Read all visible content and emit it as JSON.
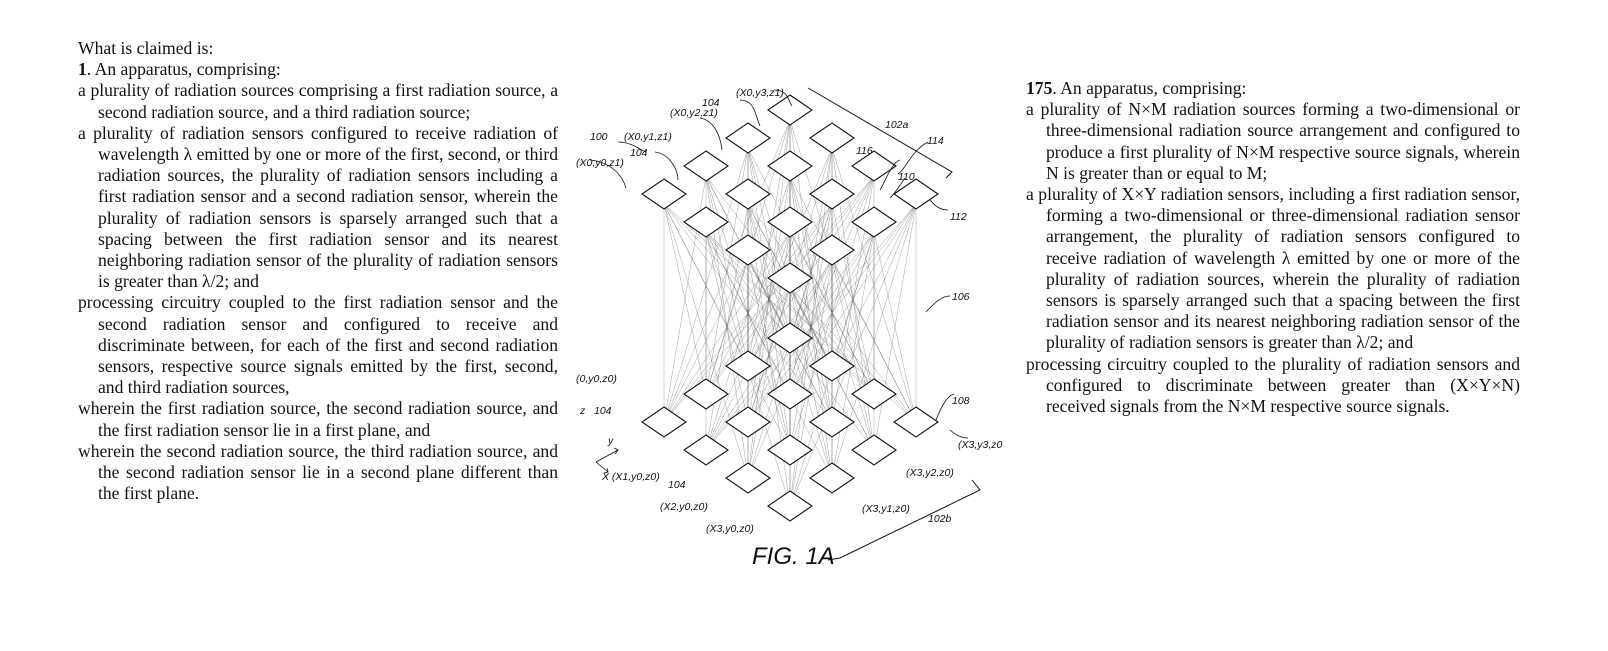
{
  "left": {
    "heading": "What is claimed is:",
    "claim_number": "1",
    "claim_intro": ". An apparatus, comprising:",
    "elements": [
      "a plurality of radiation sources comprising a first radiation source, a second radiation source, and a third radiation source;",
      "a plurality of radiation sensors configured to receive radiation of wavelength λ emitted by one or more of the first, second, or third radiation sources, the plurality of radiation sensors including a first radiation sensor and a second radiation sensor, wherein the plurality of radiation sensors is sparsely arranged such that a spacing between the first radiation sensor and its nearest neighboring radiation sensor of the plurality of radiation sensors is greater than λ/2; and",
      "processing circuitry coupled to the first radiation sensor and the second radiation sensor and configured to receive and discriminate between, for each of the first and second radiation sensors, respective source signals emitted by the first, second, and third radiation sources,",
      "wherein the first radiation source, the second radiation source, and the first radiation sensor lie in a first plane, and",
      "wherein the second radiation source, the third radiation source, and the second radiation sensor lie in a second plane different than the first plane."
    ]
  },
  "right": {
    "claim_number": "175",
    "claim_intro": ". An apparatus, comprising:",
    "elements": [
      "a plurality of N×M radiation sources forming a two-dimensional or three-dimensional radiation source arrangement and configured to produce a first plurality of N×M respective source signals, wherein N is greater than or equal to M;",
      "a plurality of X×Y radiation sensors, including a first radiation sensor, forming a two-dimensional or three-dimensional radiation sensor arrangement, the plurality of radiation sensors configured to receive radiation of wavelength λ emitted by one or more of the plurality of radiation sources, wherein the plurality of radiation sensors is sparsely arranged such that a spacing between the first radiation sensor and its nearest neighboring radiation sensor of the plurality of radiation sensors is greater than λ/2; and",
      "processing circuitry coupled to the plurality of radiation sensors and configured to discriminate between greater than (X×Y×N) received signals from the N×M respective source signals."
    ]
  },
  "figure": {
    "title": "FIG. 1A",
    "labels": {
      "ref_100": "100",
      "ref_102a": "102a",
      "ref_102b": "102b",
      "ref_104a": "104",
      "ref_104b": "104",
      "ref_104c": "104",
      "ref_104d": "104",
      "ref_106": "106",
      "ref_108": "108",
      "ref_110": "110",
      "ref_112": "112",
      "ref_114": "114",
      "ref_116": "116",
      "top_x0y3z1": "(X0,y3,z1)",
      "top_x0y2z1": "(X0,y2,z1)",
      "top_x0y1z1": "(X0,y1,z1)",
      "top_x0y0z1": "(X0,y0,z1)",
      "bot_x0y0z0": "(0,y0,z0)",
      "bot_x1y0z0": "X (X1,y0,z0)",
      "bot_x2y0z0": "(X2,y0,z0)",
      "bot_x3y0z0": "(X3,y0,z0)",
      "bot_x3y1z0": "(X3,y1,z0)",
      "bot_x3y2z0": "(X3,y2,z0)",
      "bot_x3y3z0": "(X3,y3,z0",
      "axis_y": "y",
      "axis_z": "z"
    }
  }
}
